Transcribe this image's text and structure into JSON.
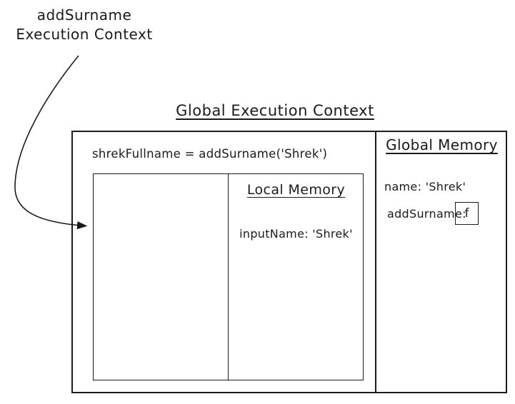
{
  "colors": {
    "ink": "#1b1b1b",
    "background": "#ffffff"
  },
  "annotation": {
    "line1": "addSurname",
    "line2": "Execution Context",
    "arrow_icon": "curved-arrow pointing to inner execution context box"
  },
  "title": "Global Execution Context",
  "code": {
    "line1": "shrekFullname = addSurname('Shrek')"
  },
  "local_memory": {
    "heading": "Local Memory",
    "entries": [
      "inputName: 'Shrek'"
    ]
  },
  "global_memory": {
    "heading": "Global Memory",
    "entries": [
      "name: 'Shrek'"
    ],
    "fn_label": "addSurname:",
    "fn_value": "f"
  }
}
